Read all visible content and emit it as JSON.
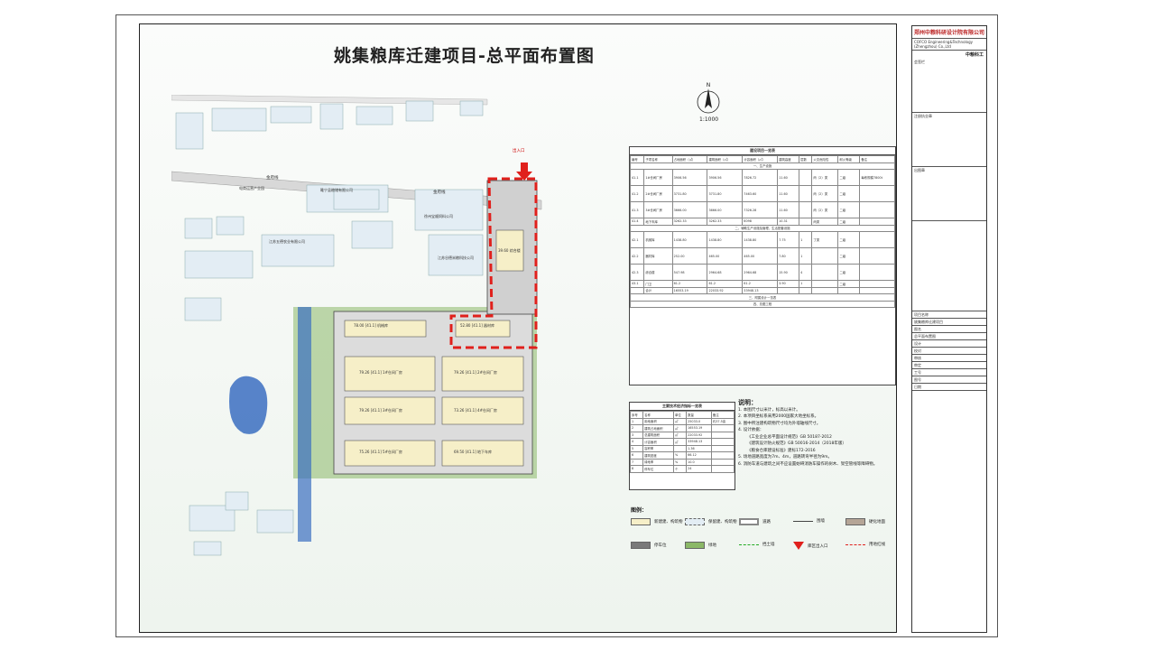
{
  "title": "姚集粮库迁建项目-总平面布置图",
  "scale": "1:1000",
  "north_letter": "N",
  "entrance_label": "出入口",
  "roads": [
    "金府线",
    "金府线"
  ],
  "site_labels": [
    "雎宁县粮储有限公司",
    "徐州宝顺饲料公司",
    "江苏五德农业有限公司",
    "江苏谷德米粮科技公司",
    "电商运营产业园"
  ],
  "buildings": [
    {
      "num": "78.00",
      "label": "[41.1] 机械库"
    },
    {
      "num": "79.26",
      "label": "[41.1] 1#仓间厂房"
    },
    {
      "num": "79.26",
      "label": "[41.1] 3#仓间厂房"
    },
    {
      "num": "75.26",
      "label": "[41.1] 5#仓间厂房"
    },
    {
      "num": "52.80",
      "label": "[41.1] 器材库"
    },
    {
      "num": "79.26",
      "label": "[41.1] 2#仓间厂房"
    },
    {
      "num": "73.26",
      "label": "[41.1] 4#仓间厂房"
    },
    {
      "num": "69.50",
      "label": "[41.1] 地下车库"
    },
    {
      "num": "39.60",
      "label": "综合楼"
    }
  ],
  "table1": {
    "caption": "建设项目一览表",
    "header": [
      "编号",
      "子项名称",
      "占地面积（㎡）",
      "建筑面积（㎡）",
      "计容面积（㎡）",
      "建筑高度",
      "层数",
      "火灾危险性",
      "耐火等级",
      "备注"
    ],
    "sections": [
      "一、生产设施",
      "二、辅助生产设施及管理、生活配套设施",
      "三、附属设计一览表",
      "四、总图工程"
    ],
    "rows": [
      [
        "41.1",
        "1#仓间厂房",
        "3906.56",
        "3906.56",
        "7826.72",
        "11.60",
        "",
        "丙（2）类",
        "二级",
        "每栋规模7800t"
      ],
      [
        "41.2",
        "2#仓间厂房",
        "3731.80",
        "3731.80",
        "7463.60",
        "11.60",
        "",
        "丙（2）类",
        "二级",
        ""
      ],
      [
        "41.3",
        "3#仓间厂房",
        "3666.00",
        "3666.00",
        "7326.28",
        "11.60",
        "",
        "丙（2）类",
        "二级",
        ""
      ],
      [
        "41.4",
        "地下车库",
        "3262.33",
        "3262.33",
        "6098",
        "10.31",
        "",
        "丙类",
        "二级",
        ""
      ],
      [
        "42.1",
        "机械库",
        "1438.80",
        "1438.80",
        "1438.80",
        "7.75",
        "1",
        "丁类",
        "二级",
        ""
      ],
      [
        "42.2",
        "器材库",
        "252.00",
        "465.00",
        "465.00",
        "7.80",
        "1",
        "",
        "二级",
        ""
      ],
      [
        "42.3",
        "综合楼",
        "547.98",
        "2964.68",
        "2964.68",
        "15.90",
        "4",
        "",
        "二级",
        ""
      ],
      [
        "43.1",
        "门卫",
        "61.2",
        "61.2",
        "61.2",
        "3.90",
        "1",
        "",
        "二级",
        ""
      ],
      [
        "",
        "合计",
        "16553.19",
        "22033.92",
        "33948.13",
        "",
        "",
        "",
        "",
        ""
      ]
    ]
  },
  "table2": {
    "caption": "主要技术经济指标一览表",
    "header": [
      "序号",
      "名称",
      "单位",
      "数量",
      "备注"
    ],
    "rows": [
      [
        "1",
        "用地面积",
        "㎡",
        "25033.0",
        "约37.5亩"
      ],
      [
        "2",
        "建筑占地面积",
        "㎡",
        "16553.19",
        ""
      ],
      [
        "3",
        "总建筑面积",
        "㎡",
        "22033.92",
        ""
      ],
      [
        "4",
        "计容面积",
        "㎡",
        "33948.13",
        ""
      ],
      [
        "5",
        "容积率",
        "",
        "1.36",
        ""
      ],
      [
        "6",
        "建筑密度",
        "%",
        "66.12",
        ""
      ],
      [
        "7",
        "绿地率",
        "%",
        "10.0",
        ""
      ],
      [
        "8",
        "停车位",
        "个",
        "24",
        ""
      ]
    ]
  },
  "notes": {
    "heading": "说明：",
    "lines": [
      "1. 本图尺寸以米计，标高以米计。",
      "2. 本项目坐标系采用2000国家大地坐标系。",
      "3. 图中所注建构筑物尺寸均为外墙轴线尺寸。",
      "4. 设计依据：",
      "《工业企业总平面设计规范》GB 50187-2012",
      "《建筑设计防火规范》GB 50016-2014（2018年版）",
      "《粮食仓库建设标准》建标172-2016",
      "5. 场地道路宽度为7m、4m，道路转弯半径为9m。",
      "6. 消防车道与建筑之间不应设置妨碍消防车操作的树木、架空管线等障碍物。"
    ]
  },
  "legend": {
    "heading": "图例：",
    "items": [
      "新建建、构筑物",
      "保留建、构筑物",
      "道路",
      "围墙",
      "硬化地面",
      "停车位",
      "绿地",
      "挡土墙",
      "库区出入口",
      "用地红线"
    ],
    "colors": {
      "new": "#f6efc8",
      "kept": "#e3edf4",
      "road": "#888888",
      "hard": "#b5a597",
      "parking": "#7a7a7a",
      "green": "#8bb867",
      "entrance": "#e0201c",
      "redline": "#e0201c"
    }
  },
  "titleblock": {
    "company": "郑州中粮科研设计院有限公司",
    "company_en": "COFCO Engineering&Technology (Zhengzhou) Co.,Ltd",
    "logo": "中粮科工",
    "project_name": "姚集粮库迁建项目",
    "drawing_name": "总平面布置图",
    "fields": [
      "会签栏",
      "注册执业章",
      "出图章",
      "项目名称",
      "图名",
      "设计",
      "校对",
      "审核",
      "审定",
      "工号",
      "图号",
      "日期"
    ]
  }
}
